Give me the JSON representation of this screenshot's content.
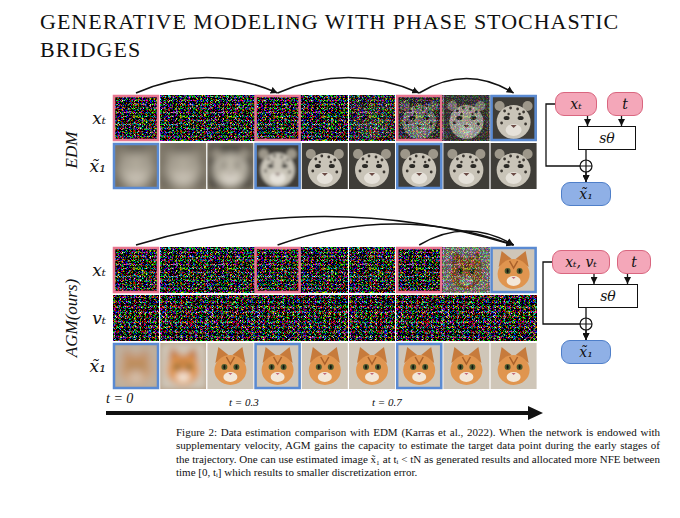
{
  "diagram": {
    "title": "GENERATIVE MODELING WITH PHASE STOCHASTIC BRIDGES",
    "caption": "Figure 2: Data estimation comparison with EDM (Karras et al., 2022). When the network is endowed with supplementary velocity, AGM gains the capacity to estimate the target data point during the early stages of the trajectory. One can use estimated image x̃₁ at tᵢ < tN as generated results and allocated more NFE between time [0, tᵢ] which results to smaller discretization error.",
    "nodes": [
      {
        "text": [
          "xₜ"
        ]
      },
      {
        "text": [
          "t"
        ]
      },
      {
        "text": [
          "sθ"
        ]
      },
      {
        "text": [
          "x̃₁"
        ]
      },
      {
        "text": [
          "xₜ, vₜ"
        ]
      },
      {
        "text": [
          "t"
        ]
      },
      {
        "text": [
          "sθ"
        ]
      },
      {
        "text": [
          "x̃₁"
        ]
      }
    ],
    "edges": [
      {
        "from": 0,
        "to": 2,
        "arrow": "to"
      },
      {
        "from": 1,
        "to": 2,
        "arrow": "to"
      },
      {
        "from": 2,
        "to": 3,
        "arrow": "to"
      },
      {
        "from": 0,
        "to": 3,
        "arrow": "to"
      },
      {
        "from": 4,
        "to": 6,
        "arrow": "to"
      },
      {
        "from": 5,
        "to": 6,
        "arrow": "to"
      },
      {
        "from": 6,
        "to": 7,
        "arrow": "to"
      },
      {
        "from": 4,
        "to": 7,
        "arrow": "to"
      }
    ],
    "labels": [
      "EDM",
      "xₜ",
      "x̃₁",
      "AGM(ours)",
      "xₜ",
      "vₜ",
      "x̃₁",
      "t = 0",
      "t = 0.3",
      "t = 0.7"
    ]
  }
}
